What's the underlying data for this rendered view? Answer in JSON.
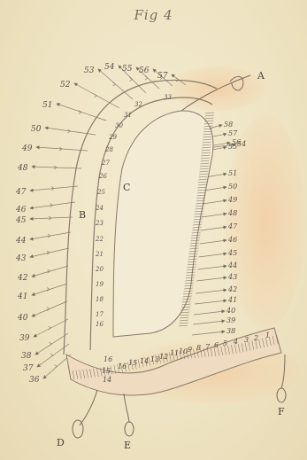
{
  "figure": {
    "title": "Fig 4"
  },
  "labels": {
    "A": "A",
    "B": "B",
    "C": "C",
    "D": "D",
    "E": "E",
    "F": "F"
  },
  "numbers": {
    "outer": [
      "36",
      "37",
      "38",
      "39",
      "40",
      "41",
      "42",
      "43",
      "44",
      "45",
      "46",
      "47",
      "48",
      "49",
      "50",
      "51",
      "52",
      "53",
      "54",
      "55",
      "56",
      "57"
    ],
    "inner": [
      "16",
      "17",
      "18",
      "19",
      "20",
      "21",
      "22",
      "23",
      "24",
      "25",
      "26",
      "27",
      "28",
      "29",
      "30",
      "31",
      "32",
      "33"
    ],
    "right": [
      "58",
      "57",
      "56",
      "55",
      "54",
      "51",
      "50",
      "49",
      "48",
      "47",
      "46",
      "45",
      "44",
      "43",
      "42",
      "41",
      "40",
      "39",
      "38"
    ],
    "bottom": [
      "1",
      "2",
      "3",
      "4",
      "5",
      "6",
      "7",
      "8",
      "9",
      "10",
      "11",
      "12",
      "13",
      "14",
      "15",
      "16"
    ],
    "inner_bottom": [
      "14",
      "15",
      "16"
    ]
  },
  "colors": {
    "ink": "#6b5c4f",
    "flesh": "#efc9a0",
    "stroke": "#8a7a68"
  }
}
